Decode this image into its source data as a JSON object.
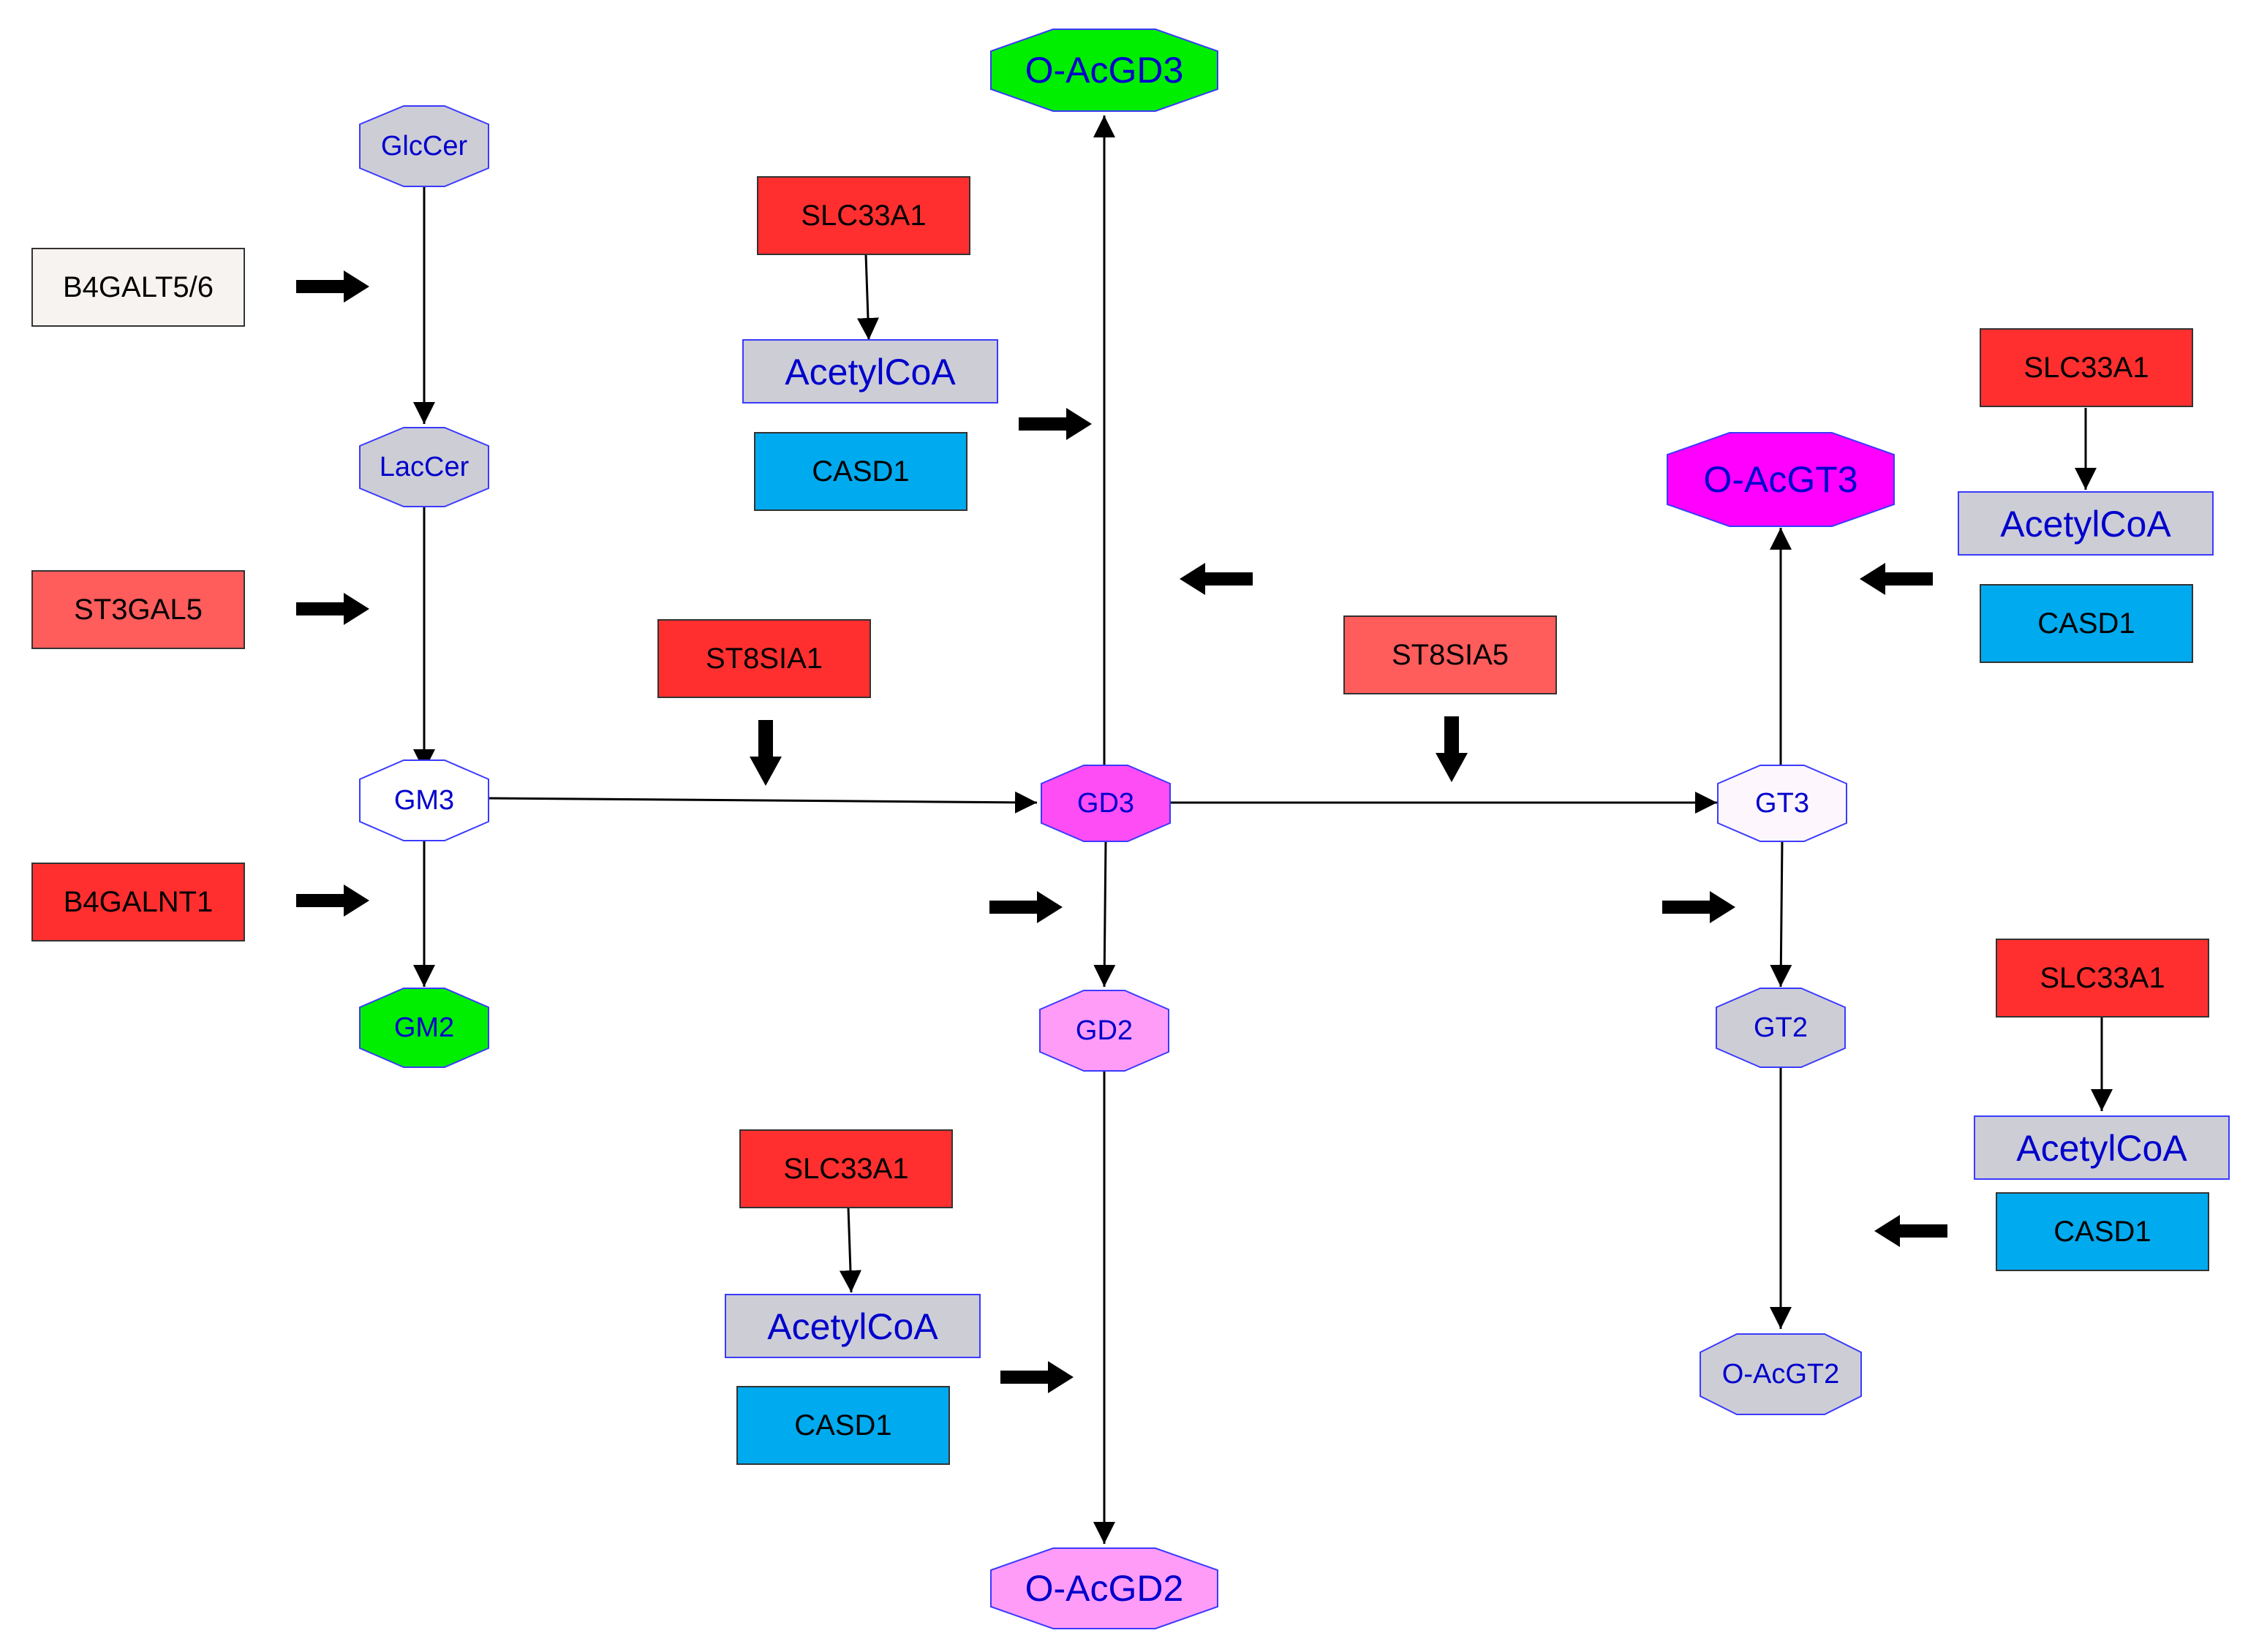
{
  "colors": {
    "enzyme_red": "#ff2f2f",
    "enzyme_light_red": "#ff5c5c",
    "enzyme_white": "#f7f3f0",
    "cofactor_blue": "#00aaee",
    "metabolite_grey": "#cdcdd6",
    "node_green": "#00ee00",
    "node_white": "#ffffff",
    "node_magenta": "#ff4df5",
    "node_light_magenta": "#ff9cf8",
    "node_strong_magenta": "#ff00ff",
    "node_pale": "#fdf6fc",
    "outline_blue": "#3a3aff"
  },
  "metabolites": {
    "glccer": "GlcCer",
    "laccer": "LacCer",
    "gm3": "GM3",
    "gm2": "GM2",
    "gd3": "GD3",
    "gd2": "GD2",
    "gt3": "GT3",
    "gt2": "GT2",
    "oacgd3": "O-AcGD3",
    "oacgd2": "O-AcGD2",
    "oacgt3": "O-AcGT3",
    "oacgt2": "O-AcGT2"
  },
  "enzymes": {
    "b4galt56": "B4GALT5/6",
    "st3gal5": "ST3GAL5",
    "b4galnt1": "B4GALNT1",
    "st8sia1": "ST8SIA1",
    "st8sia5": "ST8SIA5",
    "slc33a1": "SLC33A1",
    "casd1": "CASD1"
  },
  "cofactors": {
    "acetylcoa": "AcetylCoA"
  }
}
